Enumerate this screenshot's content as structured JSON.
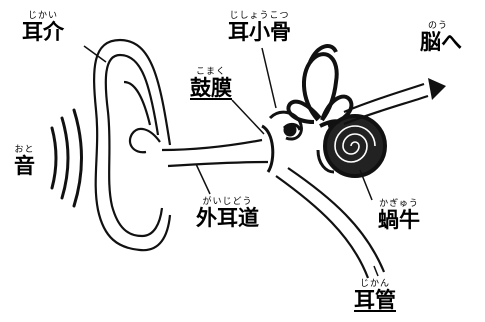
{
  "labels": {
    "auricle": {
      "ruby": "じかい",
      "text": "耳介"
    },
    "ossicles": {
      "ruby": "じしょうこつ",
      "text": "耳小骨"
    },
    "eardrum": {
      "ruby": "こまく",
      "text": "鼓膜"
    },
    "brain": {
      "ruby": "のう",
      "text": "脳へ"
    },
    "sound": {
      "ruby": "おと",
      "text": "音"
    },
    "ear_canal": {
      "ruby": "がいじどう",
      "text": "外耳道"
    },
    "cochlea": {
      "ruby": "かぎゅう",
      "text": "蝸牛"
    },
    "eustachian_tube": {
      "ruby": "じかん",
      "text": "耳管"
    }
  }
}
